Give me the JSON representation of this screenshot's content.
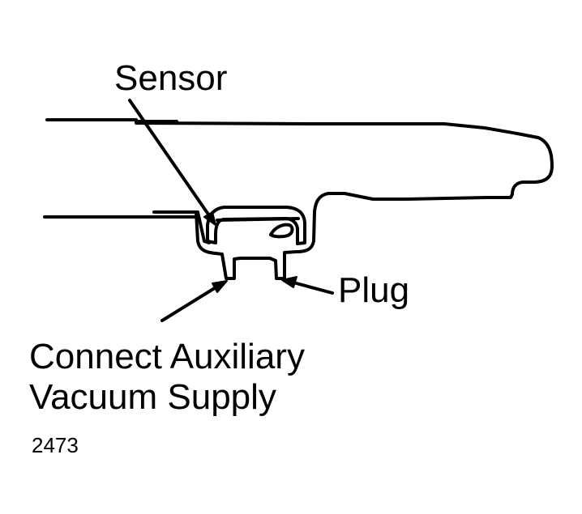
{
  "diagram": {
    "labels": {
      "sensor": "Sensor",
      "plug": "Plug",
      "connect_line1": "Connect Auxiliary",
      "connect_line2": "Vacuum Supply"
    },
    "figure_number": "2473",
    "stroke_color": "#000000",
    "background_color": "#ffffff"
  }
}
